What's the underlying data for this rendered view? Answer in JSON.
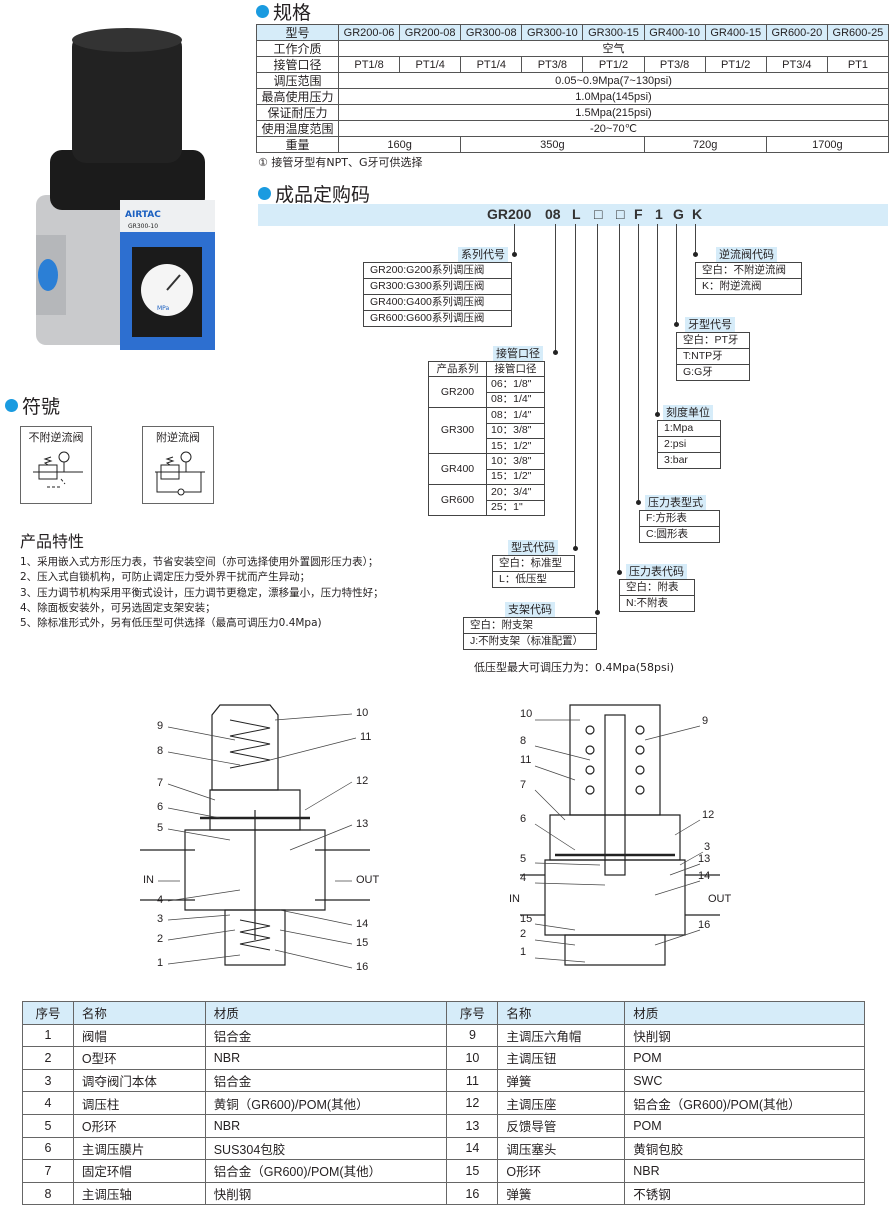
{
  "spec": {
    "title": "规格",
    "header_label": "型号",
    "models": [
      "GR200-06",
      "GR200-08",
      "GR300-08",
      "GR300-10",
      "GR300-15",
      "GR400-10",
      "GR400-15",
      "GR600-20",
      "GR600-25"
    ],
    "medium_label": "工作介质",
    "medium": "空气",
    "port_label": "接管口径",
    "ports": [
      "PT1/8",
      "PT1/4",
      "PT1/4",
      "PT3/8",
      "PT1/2",
      "PT3/8",
      "PT1/2",
      "PT3/4",
      "PT1"
    ],
    "range_label": "调压范围",
    "range": "0.05~0.9Mpa(7~130psi)",
    "maxp_label": "最高使用压力",
    "maxp": "1.0Mpa(145psi)",
    "proof_label": "保证耐压力",
    "proof": "1.5Mpa(215psi)",
    "temp_label": "使用温度范围",
    "temp": "-20~70℃",
    "weight_label": "重量",
    "weights": [
      "160g",
      "350g",
      "720g",
      "1700g"
    ],
    "note": "① 接管牙型有NPT、G牙可供选择"
  },
  "product": {
    "brand": "AIRTAC",
    "model": "GR300-10",
    "gauge_unit": "MPa"
  },
  "order": {
    "title": "成品定购码",
    "code": [
      "GR200",
      "08",
      "L",
      "□",
      "□",
      "F",
      "1",
      "G",
      "K"
    ],
    "series": {
      "label": "系列代号",
      "options": [
        "GR200:G200系列调压阀",
        "GR300:G300系列调压阀",
        "GR400:G400系列调压阀",
        "GR600:G600系列调压阀"
      ]
    },
    "port": {
      "label": "接管口径",
      "headers": [
        "产品系列",
        "接管口径"
      ],
      "groups": [
        {
          "series": "GR200",
          "sizes": [
            "06：1/8\"",
            "08：1/4\""
          ]
        },
        {
          "series": "GR300",
          "sizes": [
            "08：1/4\"",
            "10：3/8\"",
            "15：1/2\""
          ]
        },
        {
          "series": "GR400",
          "sizes": [
            "10：3/8\"",
            "15：1/2\""
          ]
        },
        {
          "series": "GR600",
          "sizes": [
            "20：3/4\"",
            "25：1\""
          ]
        }
      ]
    },
    "type": {
      "label": "型式代码",
      "options": [
        "空白：标准型",
        "L：低压型"
      ]
    },
    "bracket": {
      "label": "支架代码",
      "options": [
        "空白：附支架",
        "J:不附支架（标准配置）"
      ]
    },
    "gauge": {
      "label": "压力表代码",
      "options": [
        "空白：附表",
        "N:不附表"
      ]
    },
    "gauge_type": {
      "label": "压力表型式",
      "options": [
        "F:方形表",
        "C:圆形表"
      ]
    },
    "unit": {
      "label": "刻度单位",
      "options": [
        "1:Mpa",
        "2:psi",
        "3:bar"
      ]
    },
    "thread": {
      "label": "牙型代号",
      "options": [
        "空白：PT牙",
        "T:NTP牙",
        "G:G牙"
      ]
    },
    "check": {
      "label": "逆流阀代码",
      "options": [
        "空白：不附逆流阀",
        "K：附逆流阀"
      ]
    },
    "low_note": "低压型最大可调压力为：0.4Mpa(58psi)"
  },
  "symbols": {
    "title": "符號",
    "items": [
      "不附逆流阀",
      "附逆流阀"
    ]
  },
  "features": {
    "title": "产品特性",
    "items": [
      "1、采用嵌入式方形压力表，节省安装空间（亦可选择使用外置圆形压力表）；",
      "2、压入式自锁机构，可防止调定压力受外界干扰而产生异动；",
      "3、压力调节机构采用平衡式设计，压力调节更稳定，漂移量小，压力特性好；",
      "4、除面板安装外，可另选固定支架安装；",
      "5、除标准形式外，另有低压型可供选择（最高可调压力0.4Mpa)"
    ]
  },
  "drawings": {
    "in": "IN",
    "out": "OUT",
    "left_nums": [
      "9",
      "8",
      "7",
      "6",
      "5",
      "4",
      "3",
      "2",
      "1",
      "10",
      "11",
      "12",
      "13",
      "14",
      "15",
      "16"
    ],
    "right_nums": [
      "10",
      "8",
      "11",
      "7",
      "6",
      "5",
      "4",
      "15",
      "2",
      "1",
      "9",
      "12",
      "3",
      "13",
      "14",
      "16"
    ]
  },
  "parts": {
    "headers": [
      "序号",
      "名称",
      "材质",
      "序号",
      "名称",
      "材质"
    ],
    "rows": [
      [
        "1",
        "阀帽",
        "铝合金",
        "9",
        "主调压六角帽",
        "快削钢"
      ],
      [
        "2",
        "O型环",
        "NBR",
        "10",
        "主调压钮",
        "POM"
      ],
      [
        "3",
        "调夺阀门本体",
        "铝合金",
        "11",
        "弹簧",
        "SWC"
      ],
      [
        "4",
        "调压柱",
        "黄铜（GR600)/POM(其他）",
        "12",
        "主调压座",
        "铝合金（GR600)/POM(其他）"
      ],
      [
        "5",
        "O形环",
        "NBR",
        "13",
        "反馈导管",
        "POM"
      ],
      [
        "6",
        "主调压膜片",
        "SUS304包胶",
        "14",
        "调压塞头",
        "黄铜包胶"
      ],
      [
        "7",
        "固定环帽",
        "铝合金（GR600)/POM(其他）",
        "15",
        "O形环",
        "NBR"
      ],
      [
        "8",
        "主调压轴",
        "快削钢",
        "16",
        "弹簧",
        "不锈钢"
      ]
    ]
  },
  "colors": {
    "accent": "#1a9be0",
    "header_bg": "#d6ecf9"
  }
}
